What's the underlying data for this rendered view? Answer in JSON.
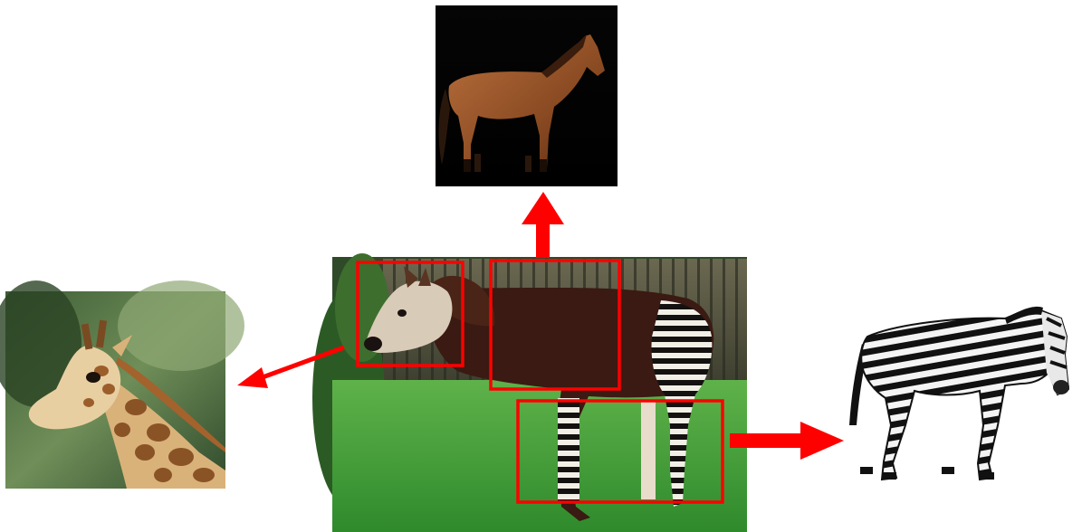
{
  "diagram": {
    "annotation_color": "#ff0000",
    "center_photo": {
      "subject": "okapi",
      "highlight_boxes": [
        {
          "region": "head",
          "links_to": "giraffe"
        },
        {
          "region": "body",
          "links_to": "horse"
        },
        {
          "region": "striped-legs",
          "links_to": "zebra"
        }
      ]
    },
    "photos": [
      {
        "subject": "horse",
        "icon": "horse-photo"
      },
      {
        "subject": "giraffe",
        "icon": "giraffe-photo"
      },
      {
        "subject": "zebra",
        "icon": "zebra-photo"
      }
    ]
  }
}
